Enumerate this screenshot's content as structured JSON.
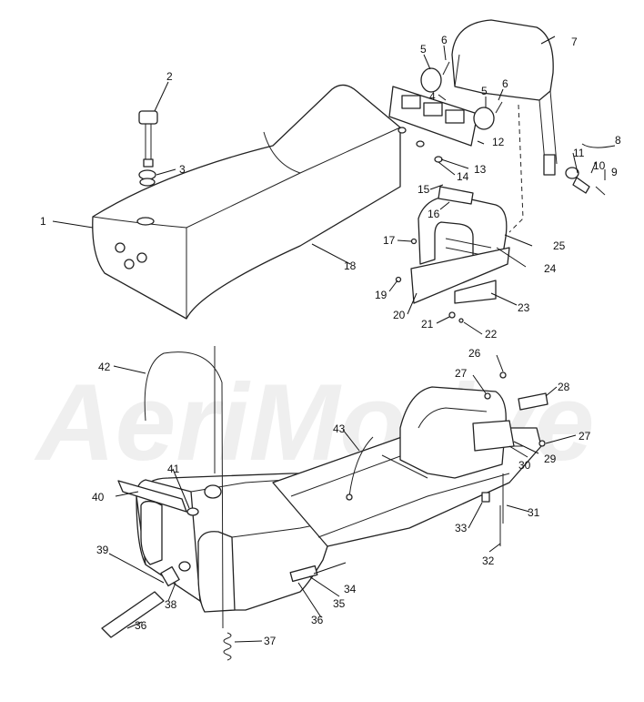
{
  "diagram": {
    "watermark": "AeriMotive",
    "callouts": [
      "1",
      "2",
      "3",
      "4",
      "5",
      "5",
      "6",
      "6",
      "7",
      "8",
      "9",
      "10",
      "11",
      "12",
      "13",
      "14",
      "15",
      "16",
      "17",
      "18",
      "19",
      "20",
      "21",
      "22",
      "23",
      "24",
      "25",
      "26",
      "27",
      "27",
      "28",
      "29",
      "30",
      "31",
      "32",
      "33",
      "34",
      "35",
      "36",
      "36",
      "37",
      "38",
      "39",
      "40",
      "41",
      "42",
      "43"
    ]
  }
}
